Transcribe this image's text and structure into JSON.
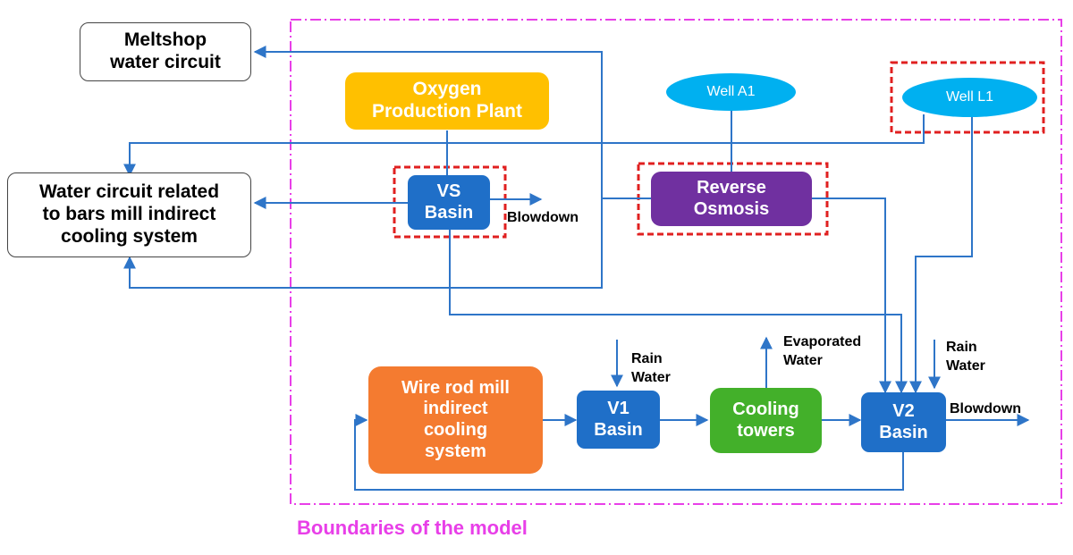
{
  "colors": {
    "flow_line": "#2E75C8",
    "boundary": "#E83FE8",
    "highlight_dash": "#E02020",
    "oxygen_plant": "#FFC000",
    "basin": "#1F6FC8",
    "reverse_osmosis": "#7030A0",
    "wire_rod_mill": "#F47B30",
    "cooling_towers": "#43B02A",
    "well": "#00B0F0"
  },
  "nodes": {
    "meltshop": "Meltshop\nwater circuit",
    "bars_mill": "Water circuit related\nto bars mill indirect\ncooling system",
    "oxygen_plant": "Oxygen\nProduction Plant",
    "vs_basin": "VS\nBasin",
    "well_a1": "Well A1",
    "well_l1": "Well L1",
    "reverse_osmosis": "Reverse\nOsmosis",
    "wire_rod_mill": "Wire rod mill\nindirect\ncooling\nsystem",
    "v1_basin": "V1\nBasin",
    "cooling_towers": "Cooling\ntowers",
    "v2_basin": "V2\nBasin"
  },
  "labels": {
    "blowdown_vs": "Blowdown",
    "blowdown_v2": "Blowdown",
    "rain_water_v1": "Rain\nWater",
    "rain_water_v2": "Rain\nWater",
    "evaporated_water": "Evaporated\nWater",
    "boundaries": "Boundaries of the model"
  }
}
